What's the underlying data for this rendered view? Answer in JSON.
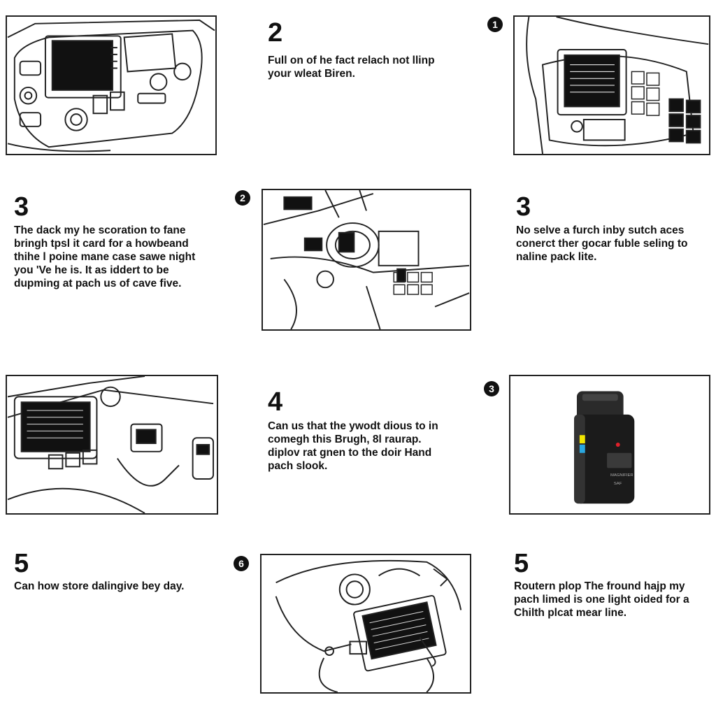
{
  "steps": [
    {
      "number": "2",
      "lines": [
        "Full on of he fact relach not llinp",
        "your wleat Biren."
      ]
    },
    {
      "number": "3",
      "lines": [
        "The dack my he scoration to fane",
        "bringh tpsl it card for a howbeand",
        "thihe l poine mane case sawe night",
        "you 'Ve he is. It as iddert to be",
        "dupming at pach us of cave five."
      ]
    },
    {
      "number": "3",
      "lines": [
        "No selve a furch inby sutch aces",
        "conerct ther gocar fuble seling to",
        "naline pack lite."
      ]
    },
    {
      "number": "4",
      "lines": [
        "Can us that the ywodt dious to in",
        "comegh this Brugh, 8l raurap.",
        "diplov rat gnen to the doir Hand",
        "pach slook."
      ]
    },
    {
      "number": "5",
      "lines": [
        "Can how store dalingive bey day."
      ]
    },
    {
      "number": "5",
      "lines": [
        "Routern plop The fround hajp my",
        "pach limed is one light oided for a",
        "Chilth plcat mear line."
      ]
    }
  ],
  "markers": [
    "1",
    "2",
    "3",
    "6"
  ],
  "device": {
    "label": "SAF",
    "accent_colors": [
      "#f2e600",
      "#2aa7e0",
      "#e0202a"
    ]
  }
}
